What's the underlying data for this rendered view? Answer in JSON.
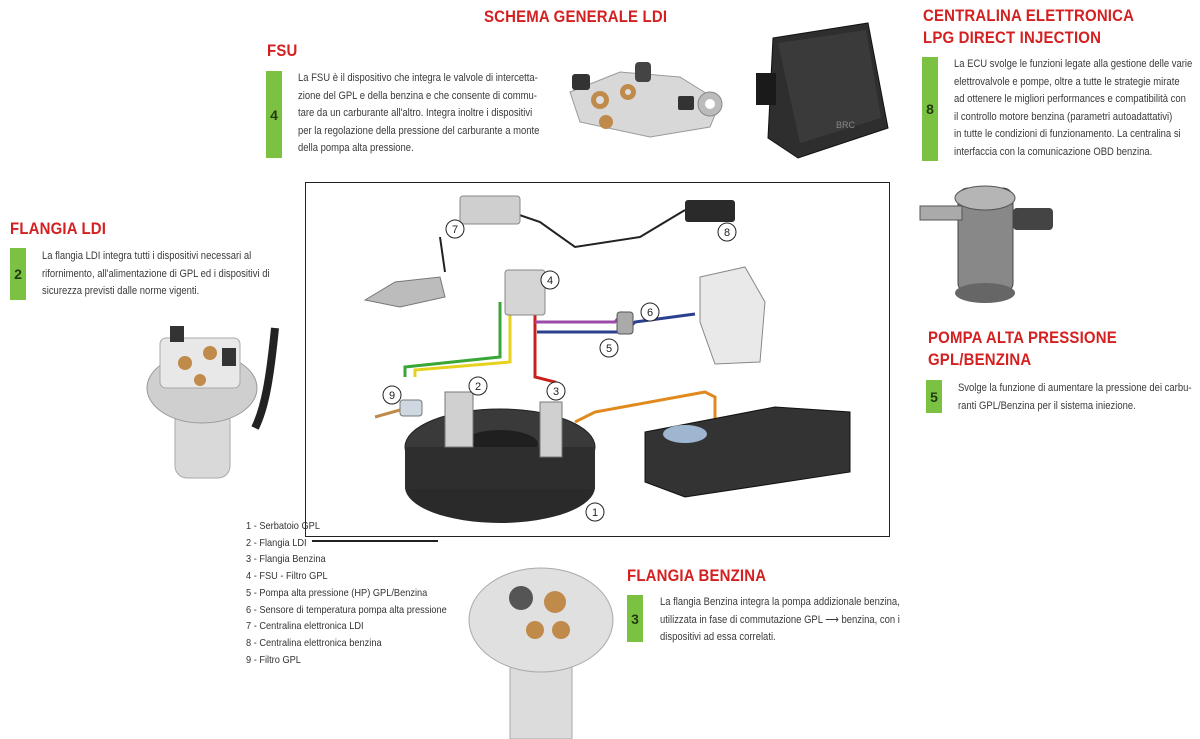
{
  "header": {
    "title": "SCHEMA GENERALE LDI"
  },
  "fsu": {
    "title": "FSU",
    "number": "4",
    "lines": [
      "La FSU è il dispositivo che integra le valvole di intercetta-",
      "zione del GPL e della benzina e che consente di commu-",
      "tare da un carburante all'altro. Integra inoltre i dispositivi",
      "per la regolazione della pressione del carburante a monte",
      "della pompa alta pressione."
    ]
  },
  "ecu": {
    "title_line1": "CENTRALINA ELETTRONICA",
    "title_line2": "LPG DIRECT INJECTION",
    "number": "8",
    "lines": [
      "La ECU svolge le funzioni legate alla gestione delle varie",
      "elettrovalvole e pompe, oltre a tutte le strategie mirate",
      "ad ottenere le migliori performances e compatibilità con",
      "il controllo motore benzina (parametri autoadattativi)",
      "in tutte le condizioni di funzionamento. La centralina si",
      "interfaccia con la comunicazione OBD benzina."
    ],
    "box_label": "BRC"
  },
  "flangia_ldi": {
    "title": "FLANGIA LDI",
    "number": "2",
    "lines": [
      "La flangia LDI integra tutti i dispositivi necessari al",
      "rifornimento, all'alimentazione di GPL ed i dispositivi di",
      "sicurezza previsti dalle norme vigenti."
    ]
  },
  "pompa": {
    "title_line1": "POMPA ALTA PRESSIONE",
    "title_line2": "GPL/BENZINA",
    "number": "5",
    "lines": [
      "Svolge la funzione di aumentare la pressione dei carbu-",
      "ranti GPL/Benzina per il sistema iniezione."
    ]
  },
  "flangia_benzina": {
    "title": "FLANGIA BENZINA",
    "number": "3",
    "lines": [
      "La flangia Benzina integra la pompa addizionale benzina,",
      "utilizzata in fase di commutazione GPL ⟶ benzina, con i",
      "dispositivi ad essa correlati."
    ]
  },
  "legend": [
    "1 - Serbatoio GPL",
    "2 - Flangia LDI",
    "3 - Flangia Benzina",
    "4 - FSU - Filtro GPL",
    "5 - Pompa alta pressione (HP) GPL/Benzina",
    "6 - Sensore di temperatura pompa alta pressione",
    "7 - Centralina elettronica LDI",
    "8 - Centralina elettronica benzina",
    "9 - Filtro GPL"
  ],
  "diagram_numbers": [
    "1",
    "2",
    "3",
    "4",
    "5",
    "6",
    "7",
    "8",
    "9"
  ],
  "colors": {
    "title_red": "#d42020",
    "badge_green": "#7cc242",
    "line_green": "#3aa635",
    "line_yellow": "#e6d21c",
    "line_red": "#c8201e",
    "line_purple": "#9b4aa8",
    "line_blue": "#2b3f8f",
    "line_orange": "#e08a1e"
  }
}
